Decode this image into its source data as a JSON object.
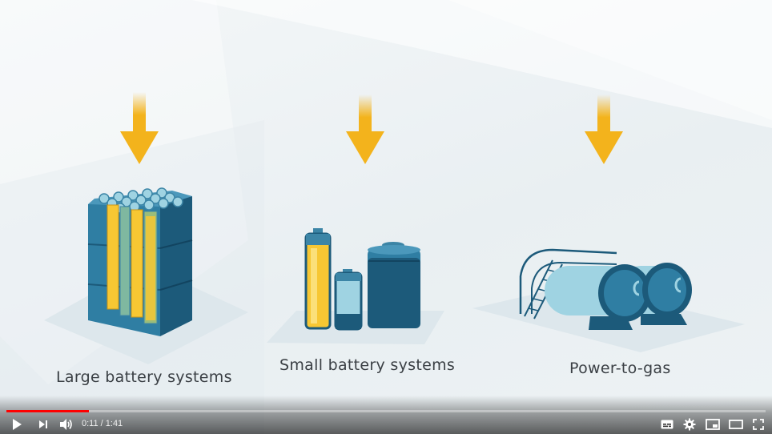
{
  "video": {
    "captions": {
      "large": "Large battery systems",
      "small": "Small battery systems",
      "gas": "Power-to-gas"
    },
    "colors": {
      "arrow": "#f3b31c",
      "dark_blue": "#1c5a7a",
      "mid_blue": "#3c85a6",
      "light_blue": "#9fd3e2",
      "yellow": "#f7c733"
    }
  },
  "player": {
    "current_time": "0:11",
    "separator": " / ",
    "duration": "1:41",
    "progress": 0.109,
    "icons": [
      "play-icon",
      "next-icon",
      "volume-icon",
      "subtitles-icon",
      "settings-icon",
      "miniplayer-icon",
      "theater-icon",
      "fullscreen-icon"
    ]
  }
}
